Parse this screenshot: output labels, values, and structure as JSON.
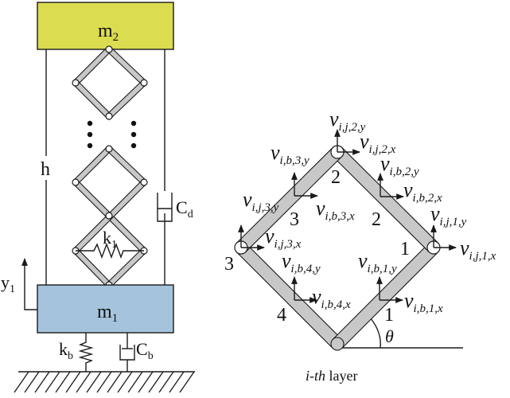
{
  "diagram": {
    "left": {
      "mass_top": {
        "label": "m",
        "sub": "2",
        "color": "#DCDC50"
      },
      "mass_bottom": {
        "label": "m",
        "sub": "1",
        "color": "#A5C3DC"
      },
      "height_label": "h",
      "damper_top": {
        "label": "C",
        "sub": "d"
      },
      "spring_layer": {
        "label": "k",
        "sub": "1"
      },
      "displacement": {
        "label": "y",
        "sub": "1"
      },
      "base_spring": {
        "label": "k",
        "sub": "b"
      },
      "base_damper": {
        "label": "C",
        "sub": "b"
      }
    },
    "right": {
      "caption_italic": "i-th",
      "caption_rest": " layer",
      "angle_label": "θ",
      "joint_labels": [
        "1",
        "2",
        "3"
      ],
      "link_labels": [
        "1",
        "2",
        "3",
        "4"
      ],
      "vectors": [
        {
          "main": "v",
          "sub": "i,j,2,y"
        },
        {
          "main": "v",
          "sub": "i,j,2,x"
        },
        {
          "main": "v",
          "sub": "i,b,2,y"
        },
        {
          "main": "v",
          "sub": "i,b,2,x"
        },
        {
          "main": "v",
          "sub": "i,b,3,y"
        },
        {
          "main": "v",
          "sub": "i,b,3,x"
        },
        {
          "main": "v",
          "sub": "i,j,3,y"
        },
        {
          "main": "v",
          "sub": "i,j,3,x"
        },
        {
          "main": "v",
          "sub": "i,j,1,y"
        },
        {
          "main": "v",
          "sub": "i,j,1,x"
        },
        {
          "main": "v",
          "sub": "i,b,4,y"
        },
        {
          "main": "v",
          "sub": "i,b,4,x"
        },
        {
          "main": "v",
          "sub": "i,b,1,y"
        },
        {
          "main": "v",
          "sub": "i,b,1,x"
        }
      ]
    }
  }
}
